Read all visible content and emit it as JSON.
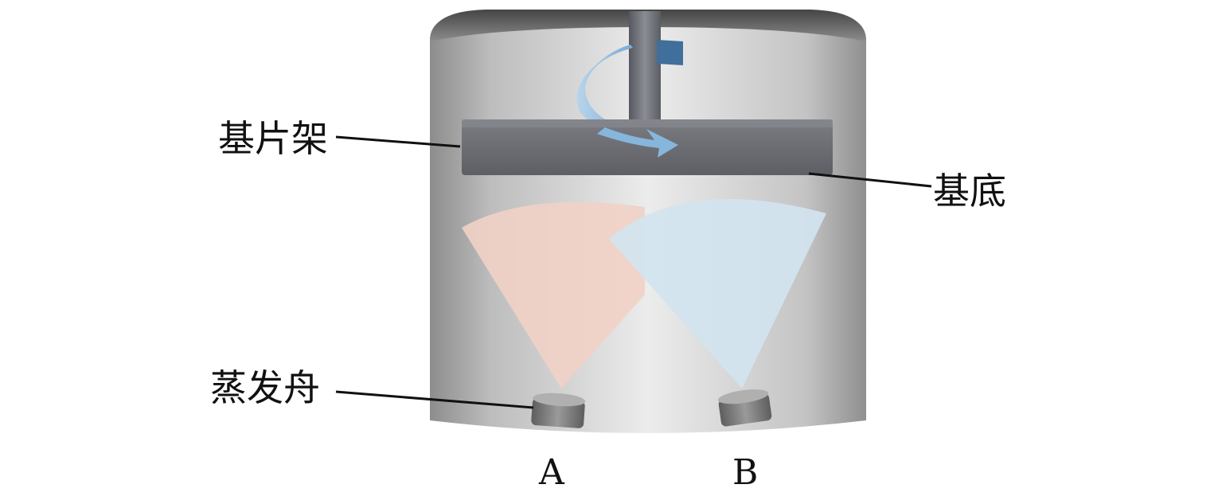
{
  "labels": {
    "holder": "基片架",
    "substrate": "基底",
    "boat": "蒸发舟",
    "source_a": "A",
    "source_b": "B"
  },
  "colors": {
    "chamber_light": "#e6e6e6",
    "chamber_dark": "#8a8a8a",
    "holder": "#6e7076",
    "arrow": "#5a8fc0",
    "plume_a": "#f1d2c6",
    "plume_b": "#d3e4ef"
  }
}
